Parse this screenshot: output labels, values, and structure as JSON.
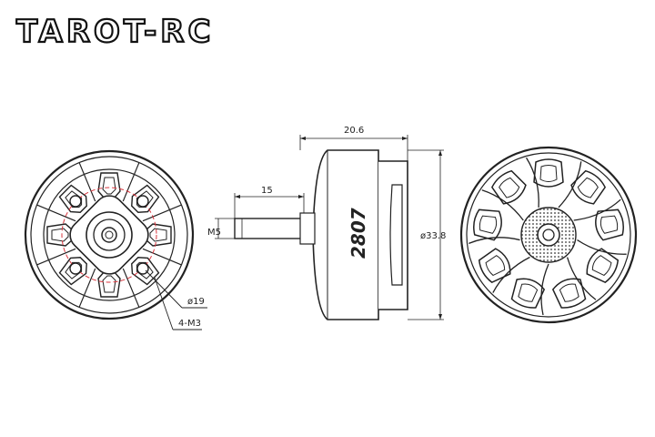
{
  "brand": {
    "logo_text": "TAROT-RC"
  },
  "side_view": {
    "motor_label": "2807",
    "width_dim": "20.6",
    "shaft_length_dim": "15",
    "shaft_dia_dim": "M5",
    "outer_dia_dim": "ø33.8"
  },
  "bottom_view": {
    "bolt_circle_dim": "ø19",
    "mount_holes_dim": "4-M3"
  },
  "colors": {
    "line": "#222222",
    "bolt_circle": "#d9363e",
    "background": "#ffffff"
  }
}
